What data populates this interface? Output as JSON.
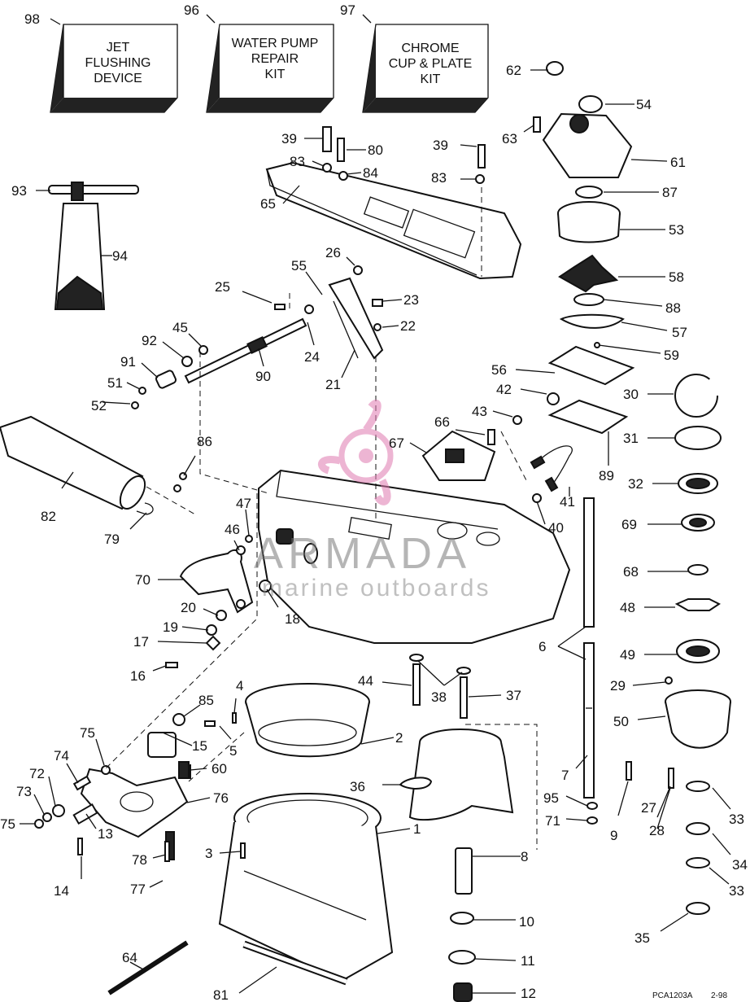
{
  "kit_boxes": {
    "jet_flushing": {
      "number": "98",
      "line1": "JET",
      "line2": "FLUSHING",
      "line3": "DEVICE"
    },
    "water_pump": {
      "number": "96",
      "line1": "WATER PUMP",
      "line2": "REPAIR",
      "line3": "KIT"
    },
    "chrome_cup": {
      "number": "97",
      "line1": "CHROME",
      "line2": "CUP & PLATE",
      "line3": "KIT"
    }
  },
  "watermark": {
    "brand": "ARMADA",
    "tagline": "marine outboards"
  },
  "footer": {
    "code": "PCA1203A",
    "date": "2-98"
  },
  "labels": {
    "n1": "1",
    "n2": "2",
    "n3": "3",
    "n4": "4",
    "n5": "5",
    "n6": "6",
    "n7": "7",
    "n8": "8",
    "n9": "9",
    "n10": "10",
    "n11": "11",
    "n12": "12",
    "n13": "13",
    "n14": "14",
    "n15": "15",
    "n16": "16",
    "n17": "17",
    "n18": "18",
    "n19": "19",
    "n20": "20",
    "n21": "21",
    "n22": "22",
    "n23": "23",
    "n24": "24",
    "n25": "25",
    "n26": "26",
    "n27": "27",
    "n28": "28",
    "n29": "29",
    "n30": "30",
    "n31": "31",
    "n32": "32",
    "n33a": "33",
    "n33b": "33",
    "n34": "34",
    "n35": "35",
    "n36": "36",
    "n37": "37",
    "n38": "38",
    "n39a": "39",
    "n39b": "39",
    "n40": "40",
    "n41": "41",
    "n42": "42",
    "n43": "43",
    "n44": "44",
    "n45": "45",
    "n46": "46",
    "n47": "47",
    "n48": "48",
    "n49": "49",
    "n50": "50",
    "n51": "51",
    "n52": "52",
    "n53": "53",
    "n54": "54",
    "n55": "55",
    "n56": "56",
    "n57": "57",
    "n58": "58",
    "n59": "59",
    "n60": "60",
    "n61": "61",
    "n62": "62",
    "n63": "63",
    "n64": "64",
    "n65": "65",
    "n66": "66",
    "n67": "67",
    "n68": "68",
    "n69": "69",
    "n70": "70",
    "n71": "71",
    "n72": "72",
    "n73": "73",
    "n74": "74",
    "n75a": "75",
    "n75b": "75",
    "n76": "76",
    "n77": "77",
    "n78": "78",
    "n79": "79",
    "n80": "80",
    "n81": "81",
    "n82": "82",
    "n83a": "83",
    "n83b": "83",
    "n84": "84",
    "n85": "85",
    "n86": "86",
    "n87": "87",
    "n88": "88",
    "n89": "89",
    "n90": "90",
    "n91": "91",
    "n92": "92",
    "n93": "93",
    "n94": "94",
    "n95": "95"
  }
}
